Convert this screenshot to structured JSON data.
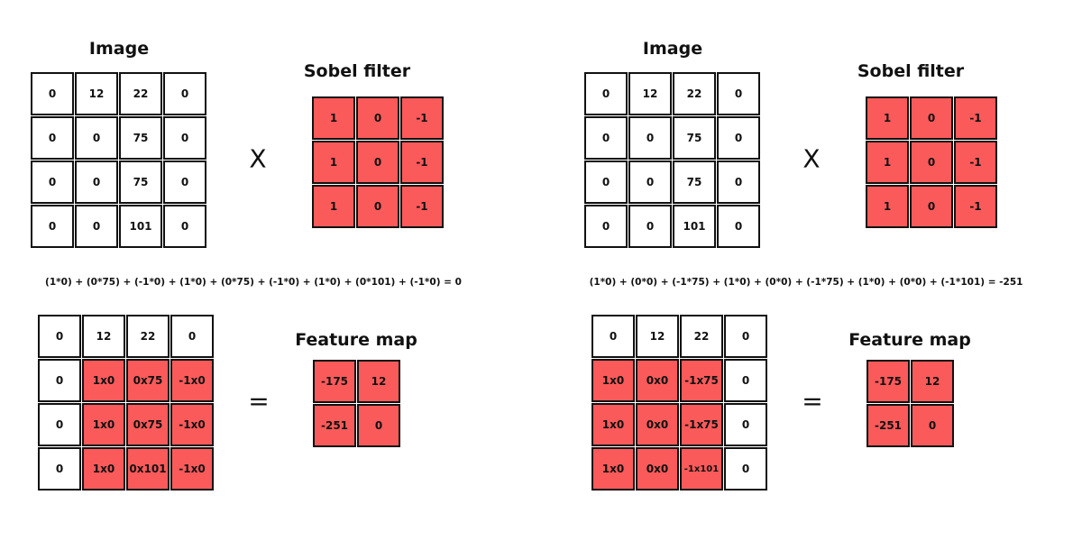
{
  "colors": {
    "highlight": "#fb5a5a",
    "border": "#111111"
  },
  "panels": [
    {
      "image_title": "Image",
      "image": [
        [
          "0",
          "12",
          "22",
          "0"
        ],
        [
          "0",
          "0",
          "75",
          "0"
        ],
        [
          "0",
          "0",
          "75",
          "0"
        ],
        [
          "0",
          "0",
          "101",
          "0"
        ]
      ],
      "multiply_symbol": "X",
      "filter_title": "Sobel filter",
      "filter": [
        [
          "1",
          "0",
          "-1"
        ],
        [
          "1",
          "0",
          "-1"
        ],
        [
          "1",
          "0",
          "-1"
        ]
      ],
      "equation": "(1*0) + (0*75) + (-1*0) + (1*0) + (0*75) + (-1*0) + (1*0) + (0*101) + (-1*0) = 0",
      "overlay": [
        [
          "0",
          "12",
          "22",
          "0"
        ],
        [
          "0",
          "1x0",
          "0x75",
          "-1x0"
        ],
        [
          "0",
          "1x0",
          "0x75",
          "-1x0"
        ],
        [
          "0",
          "1x0",
          "0x101",
          "-1x0"
        ]
      ],
      "overlay_highlight": [
        [
          0,
          0,
          0,
          0
        ],
        [
          0,
          1,
          1,
          1
        ],
        [
          0,
          1,
          1,
          1
        ],
        [
          0,
          1,
          1,
          1
        ]
      ],
      "equals_symbol": "=",
      "feature_title": "Feature map",
      "feature": [
        [
          "-175",
          "12"
        ],
        [
          "-251",
          "0"
        ]
      ]
    },
    {
      "image_title": "Image",
      "image": [
        [
          "0",
          "12",
          "22",
          "0"
        ],
        [
          "0",
          "0",
          "75",
          "0"
        ],
        [
          "0",
          "0",
          "75",
          "0"
        ],
        [
          "0",
          "0",
          "101",
          "0"
        ]
      ],
      "multiply_symbol": "X",
      "filter_title": "Sobel filter",
      "filter": [
        [
          "1",
          "0",
          "-1"
        ],
        [
          "1",
          "0",
          "-1"
        ],
        [
          "1",
          "0",
          "-1"
        ]
      ],
      "equation": "(1*0) + (0*0) + (-1*75) + (1*0) + (0*0) + (-1*75) + (1*0) + (0*0) + (-1*101) = -251",
      "overlay": [
        [
          "0",
          "12",
          "22",
          "0"
        ],
        [
          "1x0",
          "0x0",
          "-1x75",
          "0"
        ],
        [
          "1x0",
          "0x0",
          "-1x75",
          "0"
        ],
        [
          "1x0",
          "0x0",
          "-1x101",
          "0"
        ]
      ],
      "overlay_highlight": [
        [
          0,
          0,
          0,
          0
        ],
        [
          1,
          1,
          1,
          0
        ],
        [
          1,
          1,
          1,
          0
        ],
        [
          1,
          1,
          1,
          0
        ]
      ],
      "equals_symbol": "=",
      "feature_title": "Feature map",
      "feature": [
        [
          "-175",
          "12"
        ],
        [
          "-251",
          "0"
        ]
      ]
    }
  ]
}
